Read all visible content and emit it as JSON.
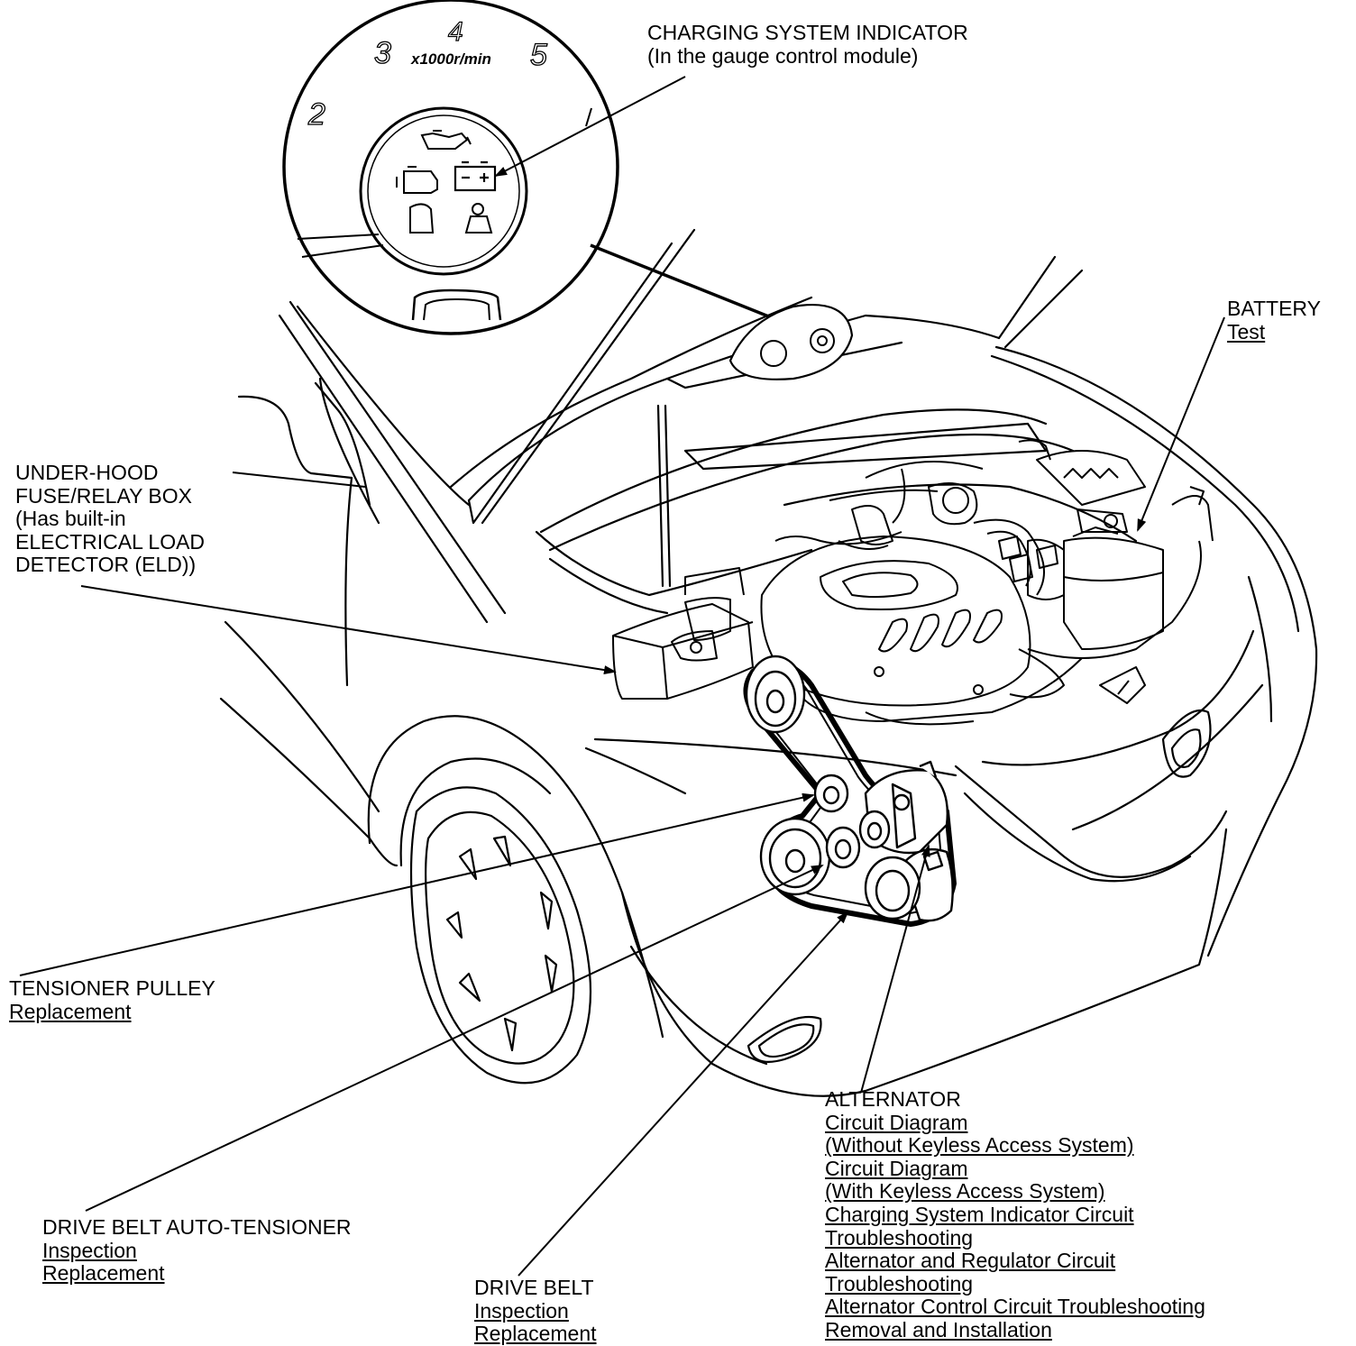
{
  "gauge": {
    "tick_3": "3",
    "tick_4": "4",
    "tick_5": "5",
    "tick_2": "2",
    "unit": "x1000r/min"
  },
  "callouts": {
    "charging": {
      "title": [
        "CHARGING SYSTEM INDICATOR",
        "(In the gauge control module)"
      ]
    },
    "battery": {
      "title": "BATTERY",
      "links": [
        "Test"
      ]
    },
    "fuse_box": {
      "title": [
        "UNDER-HOOD",
        "FUSE/RELAY BOX",
        "(Has built-in",
        "ELECTRICAL LOAD",
        "DETECTOR (ELD))"
      ]
    },
    "tensioner_pulley": {
      "title": "TENSIONER PULLEY",
      "links": [
        "Replacement"
      ]
    },
    "auto_tensioner": {
      "title": "DRIVE BELT AUTO-TENSIONER",
      "links": [
        "Inspection",
        "Replacement"
      ]
    },
    "drive_belt": {
      "title": "DRIVE BELT",
      "links": [
        "Inspection",
        "Replacement"
      ]
    },
    "alternator": {
      "title": "ALTERNATOR",
      "links": [
        "Circuit Diagram",
        "(Without Keyless Access System)",
        "Circuit Diagram",
        "(With Keyless Access System)",
        "Charging System Indicator Circuit",
        "Troubleshooting",
        "Alternator and Regulator Circuit",
        "Troubleshooting",
        "Alternator Control Circuit Troubleshooting",
        "Removal and Installation"
      ]
    }
  }
}
